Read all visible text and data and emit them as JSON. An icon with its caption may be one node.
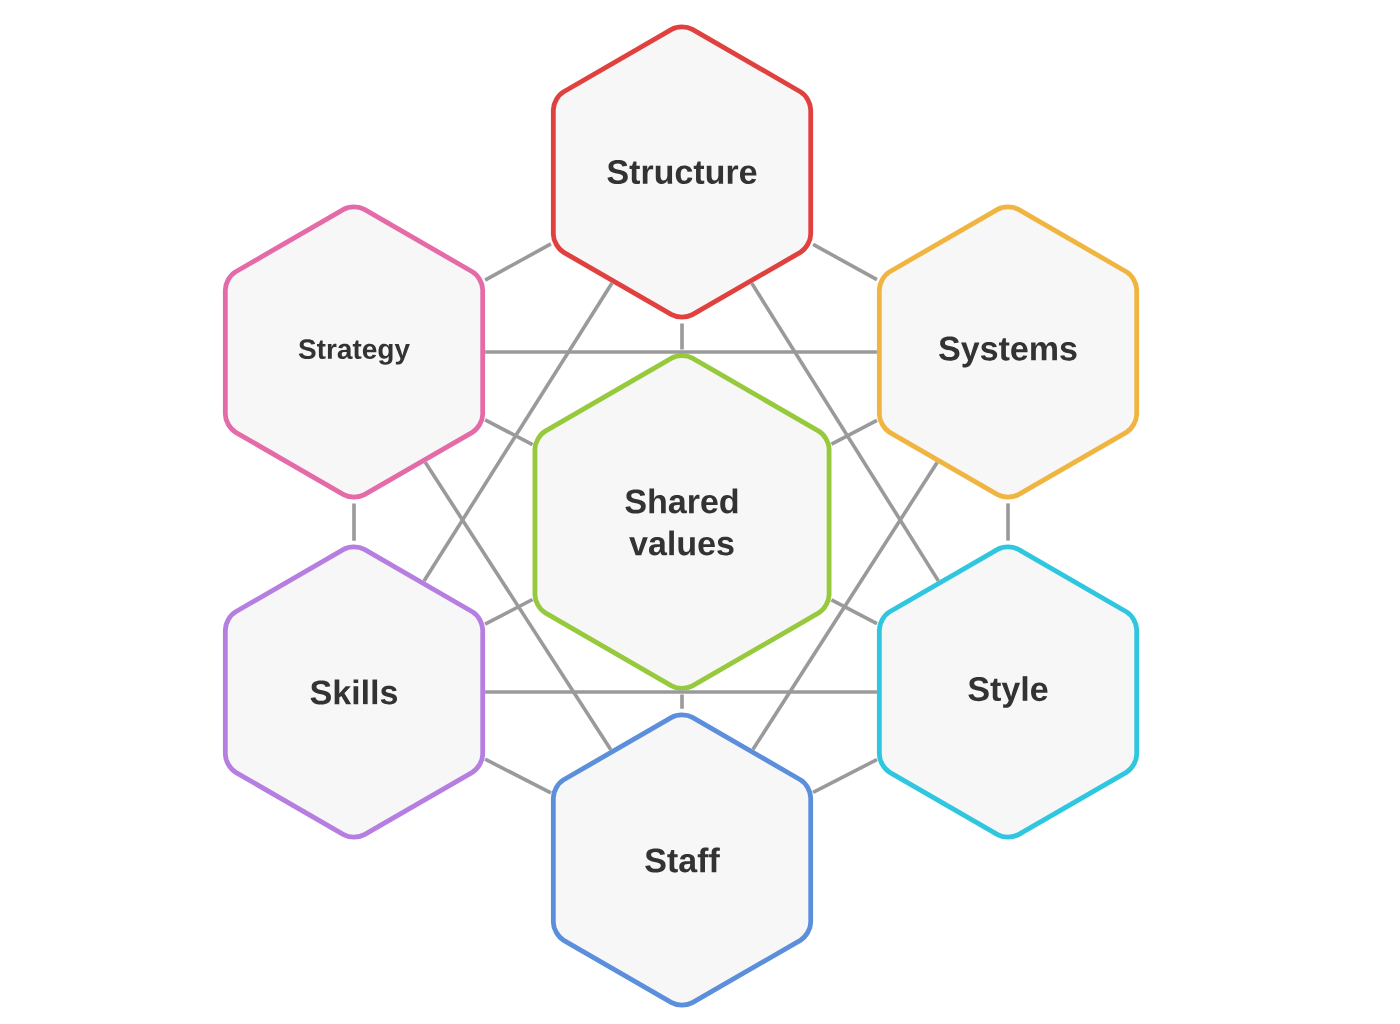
{
  "diagram": {
    "nodes": [
      {
        "text": [
          "Structure"
        ]
      },
      {
        "text": [
          "Strategy"
        ]
      },
      {
        "text": [
          "Systems"
        ]
      },
      {
        "text": [
          "Shared values"
        ]
      },
      {
        "text": [
          "Skills"
        ]
      },
      {
        "text": [
          "Style"
        ]
      },
      {
        "text": [
          "Staff"
        ]
      }
    ],
    "edges": [
      {
        "from": 0,
        "to": 1,
        "arrow": "none"
      },
      {
        "from": 0,
        "to": 2,
        "arrow": "none"
      },
      {
        "from": 1,
        "to": 4,
        "arrow": "none"
      },
      {
        "from": 2,
        "to": 5,
        "arrow": "none"
      },
      {
        "from": 4,
        "to": 6,
        "arrow": "none"
      },
      {
        "from": 5,
        "to": 6,
        "arrow": "none"
      },
      {
        "from": 1,
        "to": 2,
        "arrow": "none"
      },
      {
        "from": 4,
        "to": 5,
        "arrow": "none"
      },
      {
        "from": 0,
        "to": 3,
        "arrow": "none"
      },
      {
        "from": 3,
        "to": 6,
        "arrow": "none"
      },
      {
        "from": 1,
        "to": 3,
        "arrow": "none"
      },
      {
        "from": 2,
        "to": 3,
        "arrow": "none"
      },
      {
        "from": 4,
        "to": 3,
        "arrow": "none"
      },
      {
        "from": 5,
        "to": 3,
        "arrow": "none"
      },
      {
        "from": 0,
        "to": 4,
        "arrow": "none"
      },
      {
        "from": 0,
        "to": 5,
        "arrow": "none"
      },
      {
        "from": 1,
        "to": 6,
        "arrow": "none"
      },
      {
        "from": 2,
        "to": 6,
        "arrow": "none"
      }
    ]
  }
}
